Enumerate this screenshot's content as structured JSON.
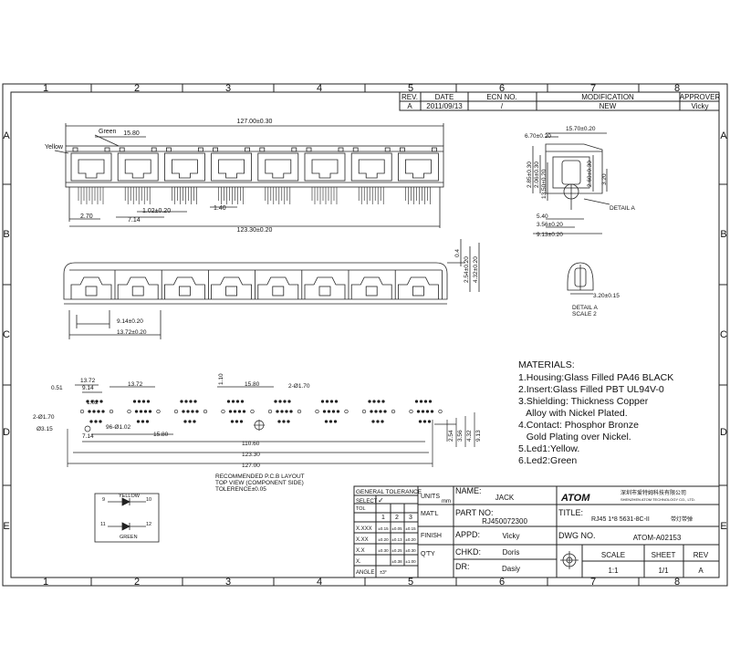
{
  "frame": {
    "cols": [
      "1",
      "2",
      "3",
      "4",
      "5",
      "6",
      "7",
      "8"
    ],
    "rows": [
      "A",
      "B",
      "C",
      "D",
      "E"
    ]
  },
  "revision": {
    "headers": [
      "REV.",
      "DATE",
      "ECN NO.",
      "MODIFICATION",
      "APPROVER"
    ],
    "row": [
      "A",
      "2011/09/13",
      "/",
      "NEW",
      "Vicky"
    ]
  },
  "front_view": {
    "overall": "127.00±0.30",
    "green_dim": "15.80",
    "green_label": "Green",
    "yellow_label": "Yellow",
    "pin_dim": "1.02±0.20",
    "pitch_a": "1.40",
    "left_offset": "2.70",
    "pin_offset": "7.14",
    "body_width": "123.30±0.20"
  },
  "side_view": {
    "dims": [
      "15.70±0.20",
      "6.70±0.20",
      "2.85±0.30",
      "2.06±0.30",
      "13.50±0.20",
      "2.60±0.30",
      "3.20",
      "5.40",
      "3.56±0.20",
      "9.13±0.20"
    ],
    "detail_label": "DETAIL A"
  },
  "top_view": {
    "dims_right": [
      "0.4",
      "2.54±0.20",
      "4.32±0.20"
    ],
    "pitch": "9.14±0.20",
    "port_pitch": "13.72±0.20"
  },
  "detail": {
    "dim": "3.20±0.15",
    "caption": [
      "DETAIL A",
      "SCALE 2"
    ]
  },
  "pcb": {
    "dims_top": [
      "13.72",
      "9.14",
      "0.51",
      "13.72",
      "1.10",
      "15.80",
      "2-Ø1.70",
      "1.02"
    ],
    "hole_a": "2-Ø1.70",
    "hole_b": "Ø3.15",
    "hole_c": "96-Ø1.02",
    "dim_714": "7.14",
    "dim_1580": "15.80",
    "dim_11060": "110.60",
    "dim_12330": "123.30",
    "dim_12700": "127.00",
    "dims_right": [
      "2.54",
      "3.56",
      "4.32",
      "9.13"
    ],
    "caption": [
      "RECOMMENDED P.C.B LAYOUT",
      "TOP VIEW (COMPONENT SIDE)",
      "TOLERENCE±0.05"
    ]
  },
  "materials": {
    "title": "MATERIALS:",
    "lines": [
      "1.Housing:Glass Filled PA46 BLACK",
      "2.Insert:Glass Filled PBT UL94V-0",
      "3.Shielding: Thickness Copper",
      "   Alloy with Nickel Plated.",
      "4.Contact: Phosphor Bronze",
      "   Gold Plating over Nickel.",
      "5.Led1:Yellow.",
      "6.Led2:Green"
    ]
  },
  "led": {
    "yellow": "YELLOW",
    "green": "GREEN",
    "pins": [
      "9",
      "10",
      "11",
      "12"
    ]
  },
  "tolerance": {
    "title": "GENERAL TOLERANCE",
    "select": "SELECT",
    "tol": "TOL",
    "cols": [
      "1",
      "2",
      "3"
    ],
    "rows": [
      {
        "label": "X.XXX",
        "v": [
          "±0.15",
          "±0.05",
          "±0.15"
        ]
      },
      {
        "label": "X.XX",
        "v": [
          "±0.20",
          "±0.13",
          "±0.20"
        ]
      },
      {
        "label": "X.X",
        "v": [
          "±0.30",
          "±0.25",
          "±0.30"
        ]
      },
      {
        "label": "X.",
        "v": [
          "",
          "±0.38",
          "±1.00"
        ]
      },
      {
        "label": "ANGLE",
        "v": [
          "±3°",
          "",
          ""
        ]
      }
    ],
    "units": "UNITS",
    "mm": "mm",
    "matl": "MAT'L",
    "finish": "FINISH",
    "qty": "Q'TY"
  },
  "title_block": {
    "name_label": "NAME:",
    "name": "JACK",
    "part_label": "PART NO:",
    "part": "RJ450072300",
    "appd_label": "APPD:",
    "appd": "Vicky",
    "chkd_label": "CHKD:",
    "chkd": "Doris",
    "dr_label": "DR:",
    "dr": "Dasiy",
    "logo": "ATOM",
    "company_cn": "深圳市爱特姆科技有限公司",
    "company_en": "SHENZHEN ATOM TECHNOLOGY CO., LTD.",
    "title_label": "TITLE:",
    "title": "RJ45 1*8 5631-8C-II",
    "title_cn": "带灯带弹",
    "dwg_label": "DWG NO.",
    "dwg": "ATOM-A02153",
    "scale_label": "SCALE",
    "scale": "1:1",
    "sheet_label": "SHEET",
    "sheet": "1/1",
    "rev_label": "REV",
    "rev": "A"
  }
}
